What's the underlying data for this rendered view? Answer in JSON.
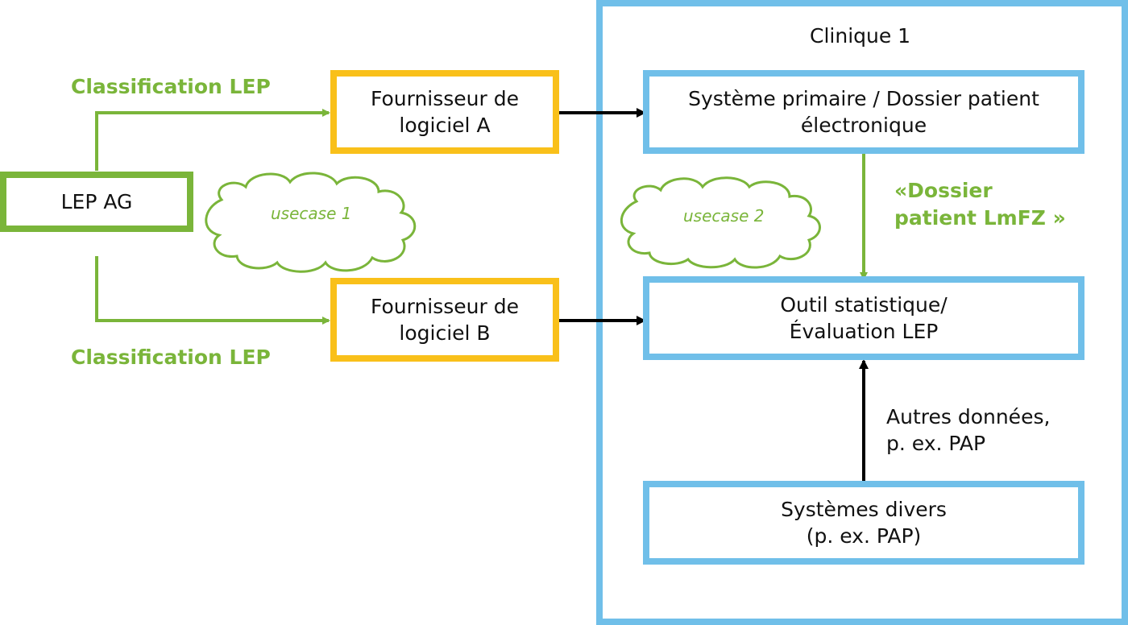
{
  "clinic": {
    "title": "Clinique 1"
  },
  "nodes": {
    "lep_ag": "LEP AG",
    "vendor_a": "Fournisseur de\nlogiciel A",
    "vendor_b": "Fournisseur de\nlogiciel B",
    "primary_system": "Système primaire / Dossier patient\nélectronique",
    "stat_tool": "Outil statistique/\nÉvaluation LEP",
    "misc_systems": "Systèmes divers\n(p. ex. PAP)"
  },
  "edge_labels": {
    "classification_top": "Classification LEP",
    "classification_bottom": "Classification LEP",
    "dossier_line1": "«Dossier",
    "dossier_line2": "patient LmFZ »",
    "other_data_line1": "Autres données,",
    "other_data_line2": "p. ex. PAP"
  },
  "clouds": {
    "usecase1": "usecase 1",
    "usecase2": "usecase 2"
  },
  "colors": {
    "green": "#7ab53a",
    "orange": "#f9c01a",
    "blue": "#70bfe9",
    "black": "#000000"
  }
}
